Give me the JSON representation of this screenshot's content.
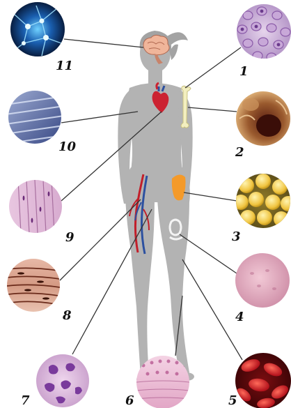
{
  "labels": {
    "n1": "1",
    "n2": "2",
    "n3": "3",
    "n4": "4",
    "n5": "5",
    "n6": "6",
    "n7": "7",
    "n8": "8",
    "n9": "9",
    "n10": "10",
    "n11": "11"
  },
  "colors": {
    "body_silhouette": "#b3b3b3",
    "leader_line": "#333333",
    "brain": "#f0b59a",
    "heart": "#cc2231",
    "bone": "#f3efc0",
    "fat": "#f49a2a",
    "blood_vessel_artery": "#c21f2a",
    "blood_vessel_vein": "#2c50a0",
    "cartilage": "#e8e8e8"
  },
  "tissue_icons": {
    "n1": "blood-cells-micrograph",
    "n2": "bone-tissue-micrograph",
    "n3": "adipose-tissue-micrograph",
    "n4": "cartilage-micrograph",
    "n5": "red-blood-cells-micrograph",
    "n6": "epithelial-tissue-micrograph",
    "n7": "white-blood-cells-micrograph",
    "n8": "smooth-muscle-micrograph",
    "n9": "cardiac-muscle-micrograph",
    "n10": "skeletal-muscle-micrograph",
    "n11": "nerve-tissue-micrograph"
  }
}
